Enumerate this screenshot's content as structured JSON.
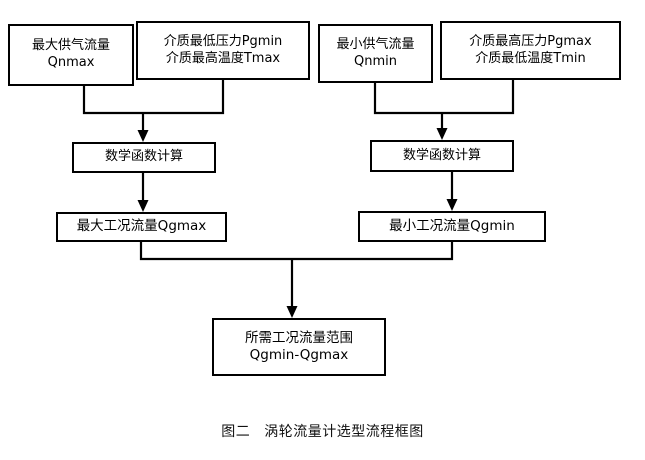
{
  "figure": {
    "caption_label": "图二",
    "caption_title": "涡轮流量计选型流程框图"
  },
  "nodes": {
    "qnmax": {
      "line1": "最大供气流量",
      "line2": "Qnmax"
    },
    "pgmin": {
      "line1": "介质最低压力Pgmin",
      "line2": "介质最高温度Tmax"
    },
    "qnmin": {
      "line1": "最小供气流量",
      "line2": "Qnmin"
    },
    "pgmax": {
      "line1": "介质最高压力Pgmax",
      "line2": "介质最低温度Tmin"
    },
    "calc_left": {
      "line1": "数学函数计算"
    },
    "calc_right": {
      "line1": "数学函数计算"
    },
    "qgmax": {
      "line1": "最大工况流量Qgmax"
    },
    "qgmin": {
      "line1": "最小工况流量Qgmin"
    },
    "result": {
      "line1": "所需工况流量范围",
      "line2": "Qgmin-Qgmax"
    }
  },
  "edges": [
    {
      "name": "qnmax-pgmin-to-calc-left",
      "from": [
        "qnmax",
        "pgmin"
      ],
      "to": "calc_left"
    },
    {
      "name": "qnmin-pgmax-to-calc-right",
      "from": [
        "qnmin",
        "pgmax"
      ],
      "to": "calc_right"
    },
    {
      "name": "calc-left-to-qgmax",
      "from": [
        "calc_left"
      ],
      "to": "qgmax"
    },
    {
      "name": "calc-right-to-qgmin",
      "from": [
        "calc_right"
      ],
      "to": "qgmin"
    },
    {
      "name": "qgmax-qgmin-to-result",
      "from": [
        "qgmax",
        "qgmin"
      ],
      "to": "result"
    }
  ],
  "style": {
    "stroke": "#000000",
    "fill": "#ffffff",
    "background": "#ffffff"
  }
}
